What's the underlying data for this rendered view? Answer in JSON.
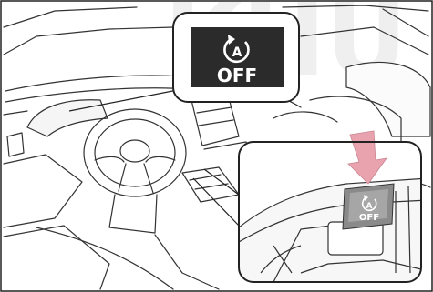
{
  "watermark": {
    "text": "KHU"
  },
  "indicator": {
    "symbol": "A",
    "label": "OFF"
  },
  "switch": {
    "symbol": "A",
    "label": "OFF"
  },
  "colors": {
    "line": "#333333",
    "frame_fill": "#ffffff",
    "badge_dark": "#2b2b2b",
    "arrow": "#e8a3ae",
    "watermark": "#eeeeee"
  }
}
